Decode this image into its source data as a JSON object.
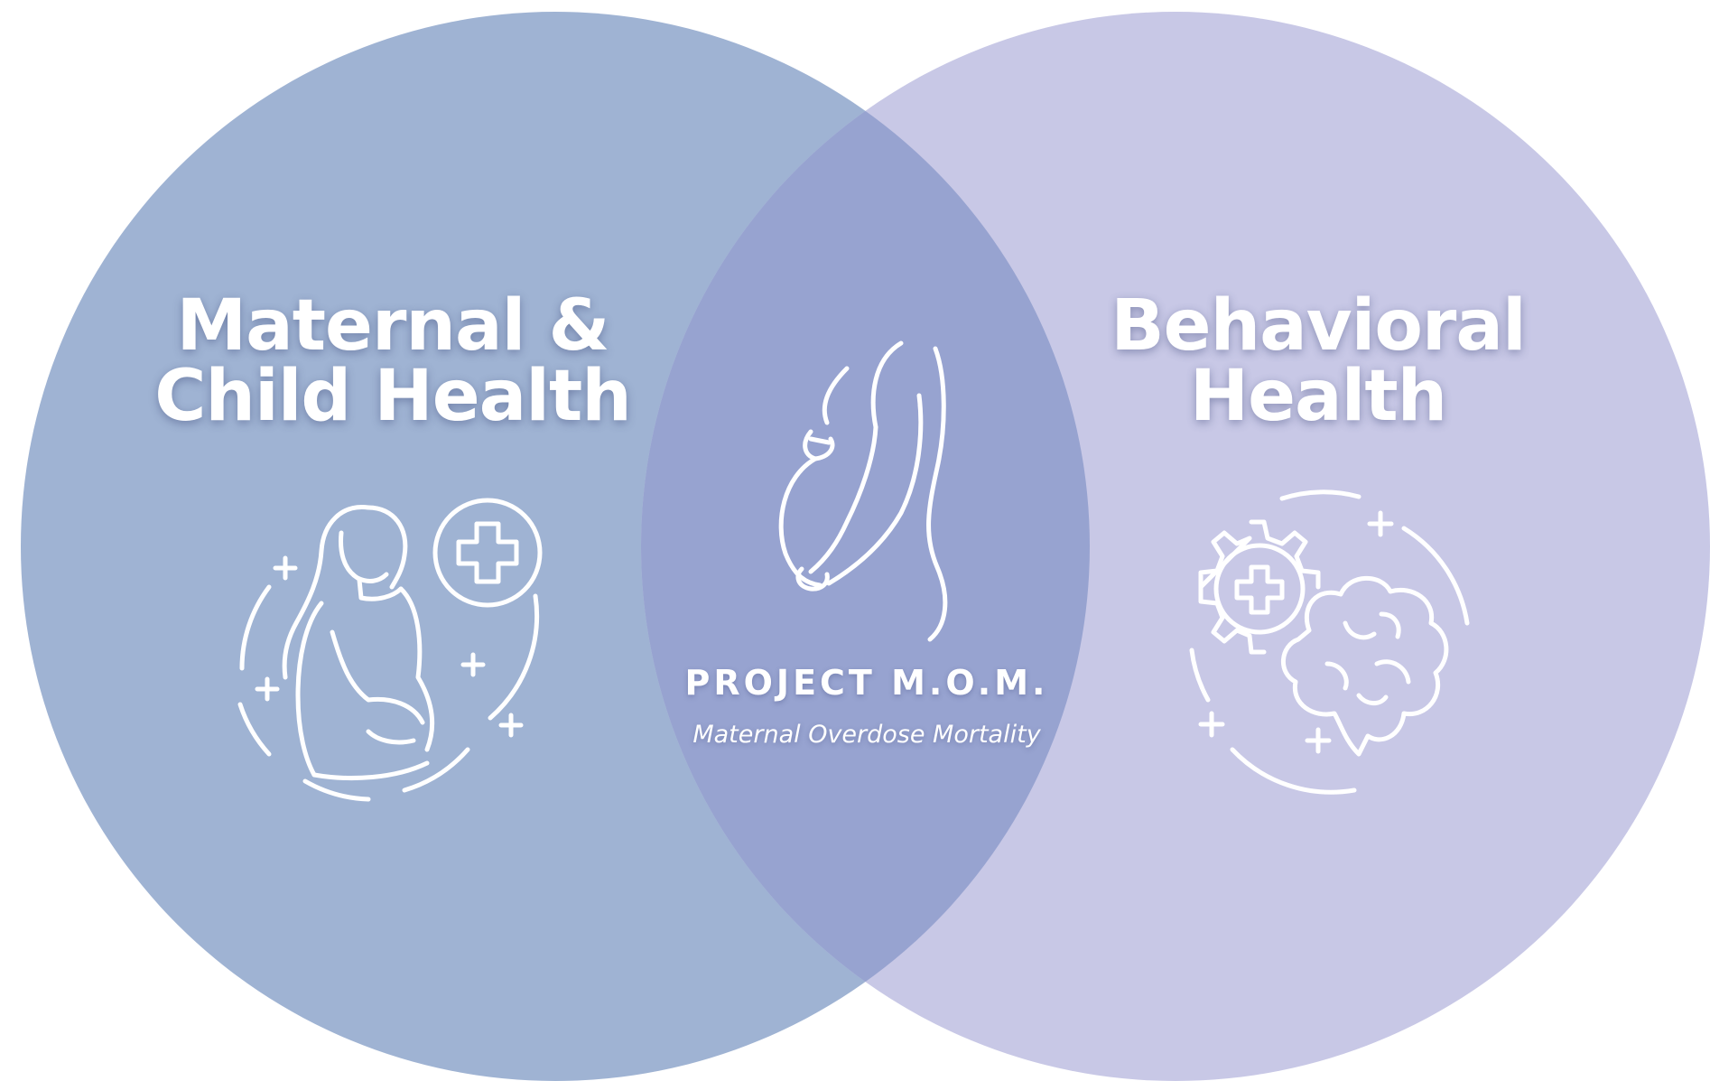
{
  "diagram": {
    "type": "venn",
    "left_circle": {
      "title_lines": [
        "Maternal &",
        "Child Health"
      ],
      "color": "#9fb3d3",
      "icon": "pregnant-woman-medical-cross-icon"
    },
    "right_circle": {
      "title_lines": [
        "Behavioral",
        "Health"
      ],
      "color": "#c8c8e6",
      "icon": "brain-gear-medical-cross-icon"
    },
    "overlap": {
      "color": "#97a3d0",
      "icon": "pregnant-silhouette-icon",
      "title": "PROJECT M.O.M.",
      "subtitle": "Maternal Overdose Mortality"
    }
  }
}
